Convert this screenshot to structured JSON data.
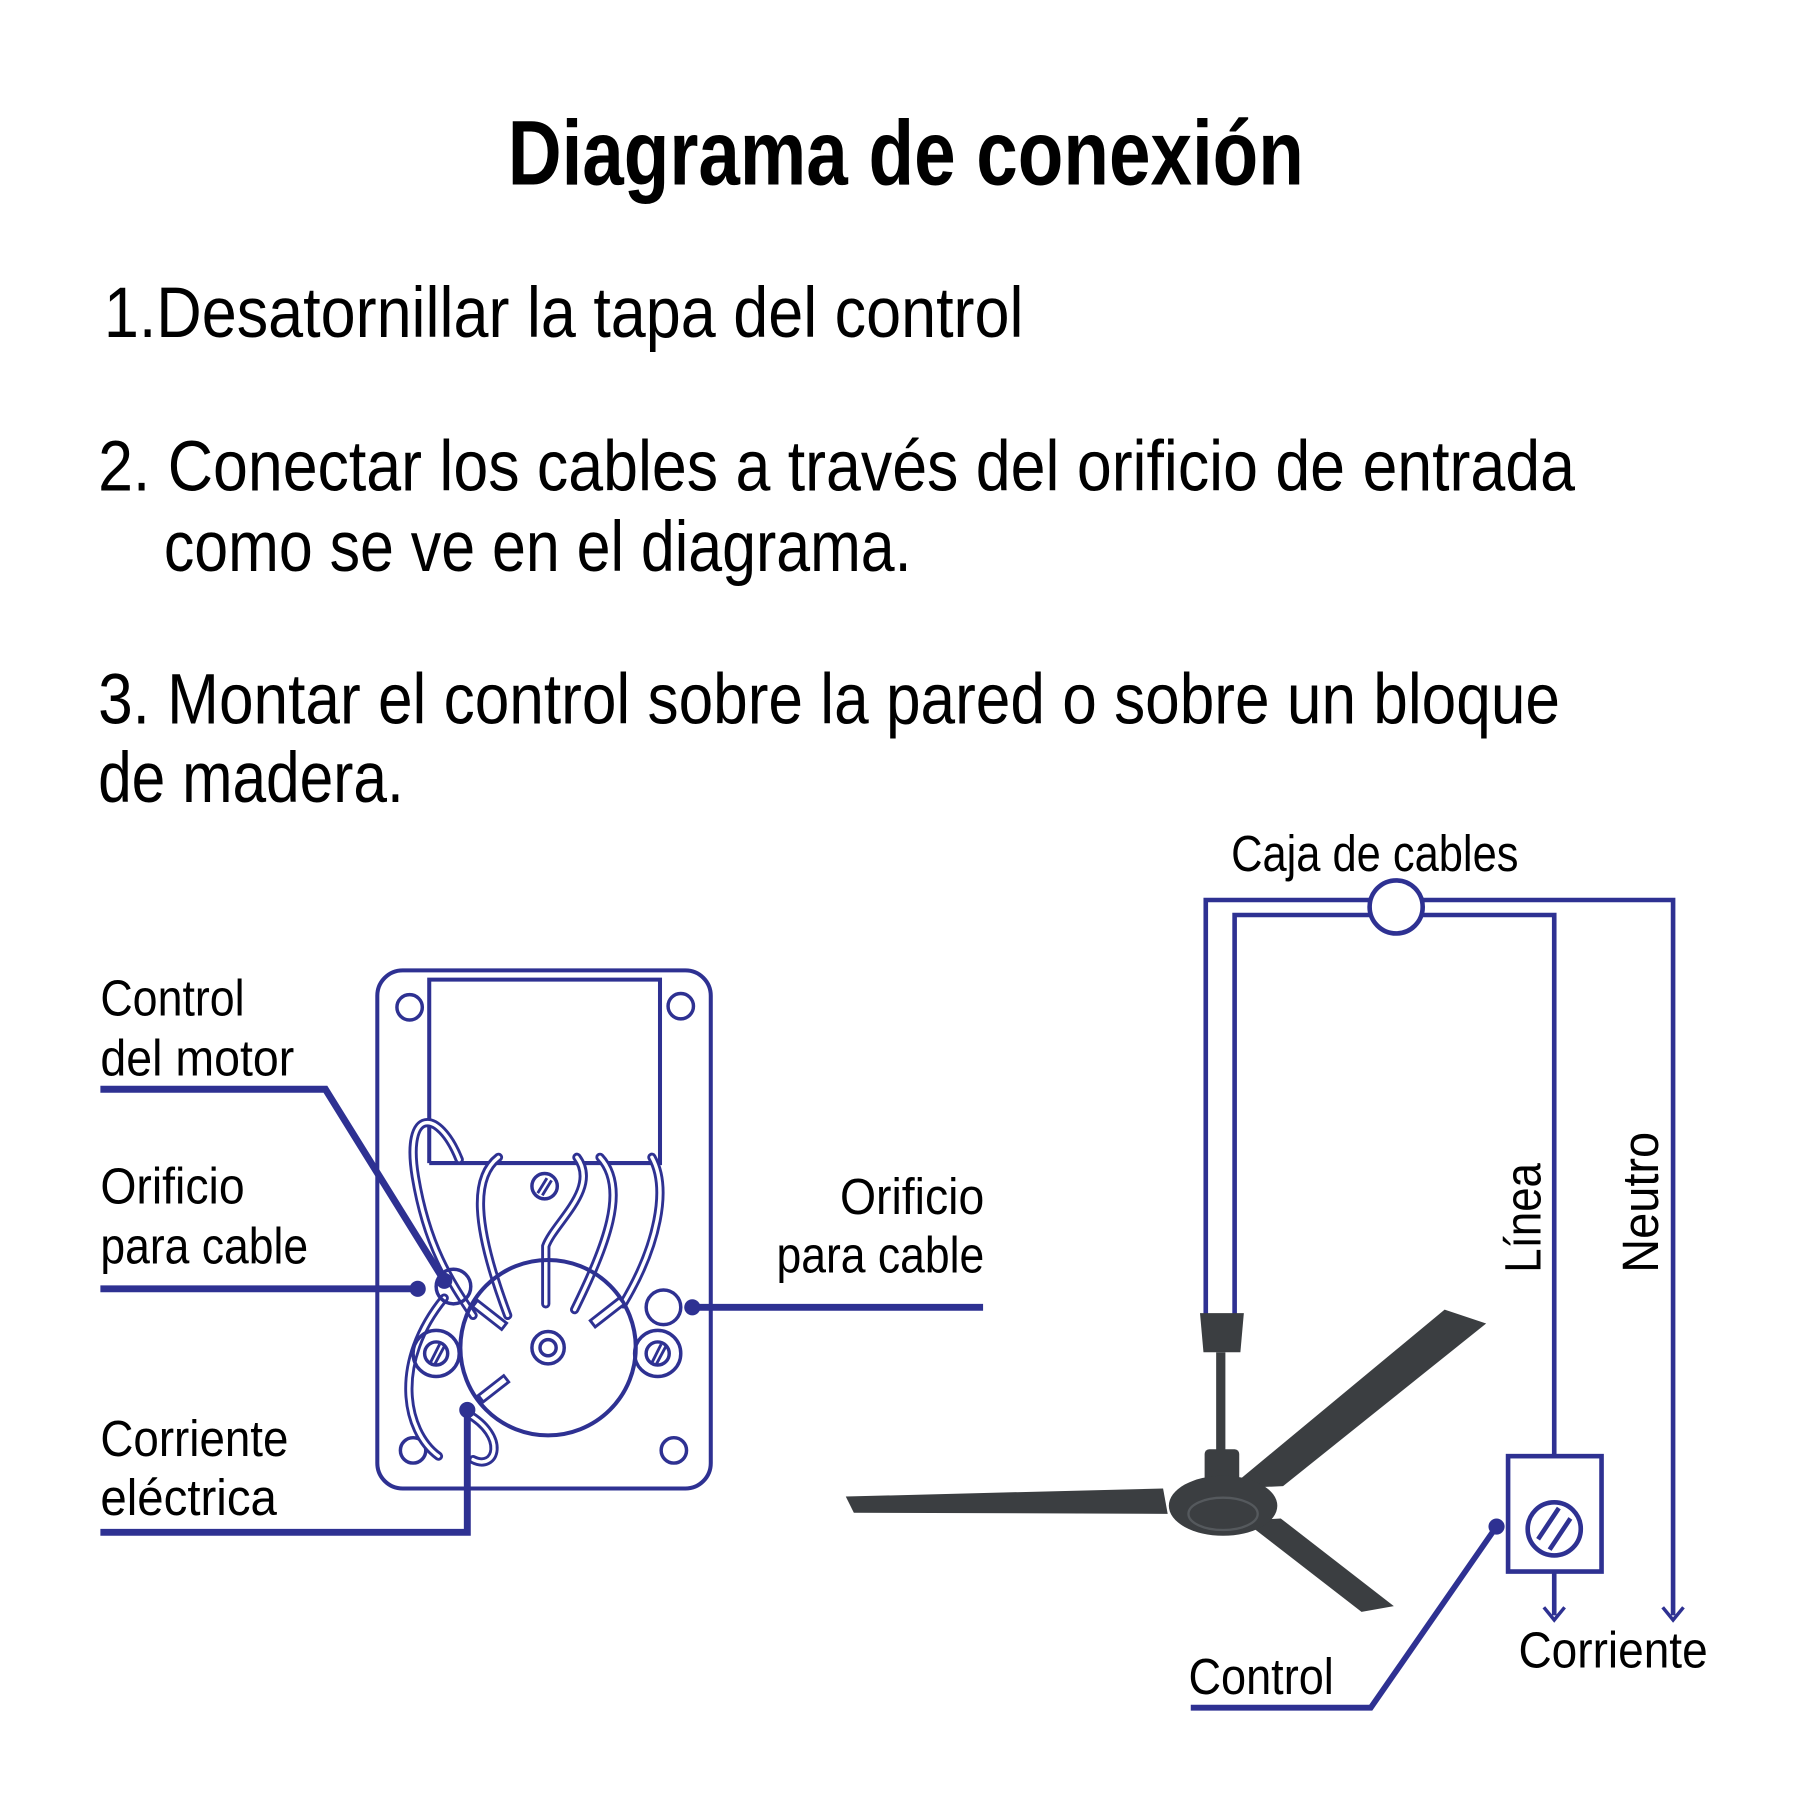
{
  "title": "Diagrama de conexión",
  "steps": {
    "s1": "1.Desatornillar la tapa del control",
    "s2a": "2. Conectar los cables a través del orificio de entrada",
    "s2b": "como se ve en el diagrama.",
    "s3a": "3. Montar el control sobre la pared o sobre un bloque",
    "s3b": "de madera."
  },
  "left_diagram": {
    "control_motor": [
      "Control",
      "del motor"
    ],
    "orificio_left": [
      "Orificio",
      "para cable"
    ],
    "orificio_right": [
      "Orificio",
      "para cable"
    ],
    "corriente": [
      "Corriente",
      "eléctrica"
    ]
  },
  "right_diagram": {
    "caja": "Caja de cables",
    "linea": "Línea",
    "neutro": "Neutro",
    "corriente": "Corriente",
    "control": "Control"
  },
  "colors": {
    "accent": "#2e3192",
    "fan": "#3b3e41"
  }
}
